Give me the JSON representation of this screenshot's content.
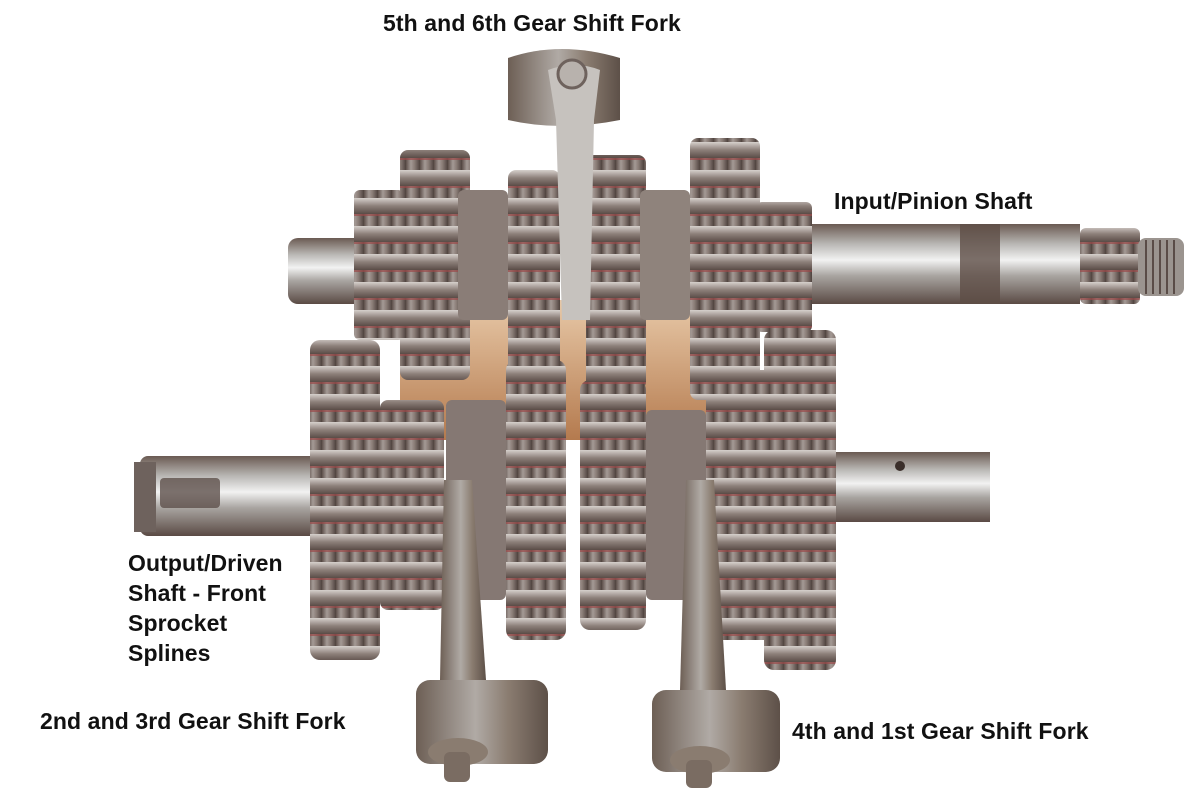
{
  "diagram": {
    "subject": "Motorcycle 6-speed gearbox (transmission) assembly",
    "background_color": "#ffffff",
    "label_color": "#111111",
    "metal_colors": {
      "shaft_steel": "#b9b7b4",
      "shaft_highlight": "#eeeeee",
      "shaft_shadow": "#6a5a52",
      "gear_body": "#7d6d66",
      "gear_tooth_highlight": "#c9c3bf",
      "gear_oil_tint": "#9a4a4a",
      "fork_cast": "#8a7a6c",
      "fork_highlight": "#d8d6d2",
      "backdrop_bronze": "#c08a5e"
    }
  },
  "labels": {
    "top_fork": "5th and 6th Gear Shift Fork",
    "input_shaft": "Input/Pinion Shaft",
    "output_shaft_lines": [
      "Output/Driven",
      "Shaft - Front",
      "Sprocket",
      "Splines"
    ],
    "left_bottom_fork": "2nd and 3rd Gear Shift Fork",
    "right_bottom_fork": "4th and 1st Gear Shift Fork"
  },
  "components": [
    {
      "id": "fork-5-6",
      "name": "5th and 6th Gear Shift Fork",
      "position": "top center"
    },
    {
      "id": "input-shaft",
      "name": "Input/Pinion Shaft",
      "position": "upper, spans left to right, splined end + threaded tip at right"
    },
    {
      "id": "output-shaft",
      "name": "Output/Driven Shaft",
      "position": "lower, spans left to right, sprocket splines at left"
    },
    {
      "id": "fork-2-3",
      "name": "2nd and 3rd Gear Shift Fork",
      "position": "bottom left-center"
    },
    {
      "id": "fork-4-1",
      "name": "4th and 1st Gear Shift Fork",
      "position": "bottom right-center"
    }
  ]
}
